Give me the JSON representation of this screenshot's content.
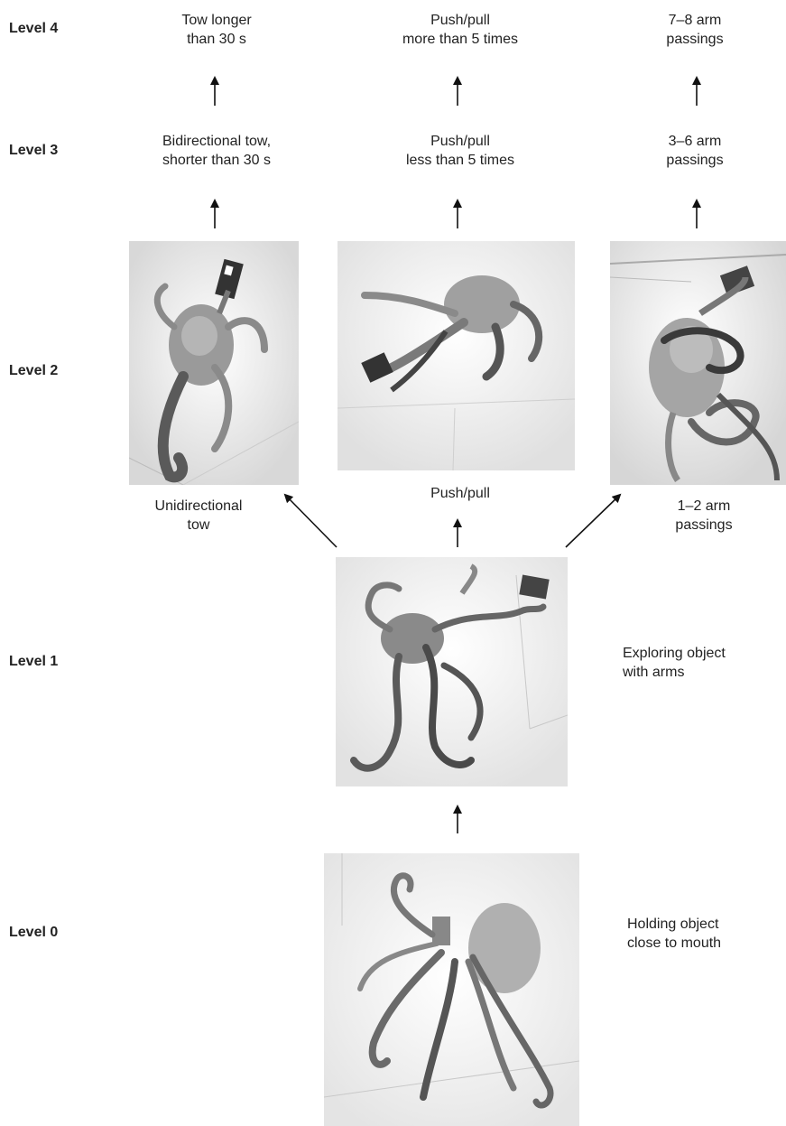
{
  "levels": {
    "l4": "Level 4",
    "l3": "Level 3",
    "l2": "Level 2",
    "l1": "Level 1",
    "l0": "Level 0"
  },
  "tow": {
    "level4": [
      "Tow longer",
      "than 30 s"
    ],
    "level3": [
      "Bidirectional tow,",
      "shorter than 30 s"
    ],
    "level2": [
      "Unidirectional",
      "tow"
    ]
  },
  "push": {
    "level4": [
      "Push/pull",
      "more than 5 times"
    ],
    "level3": [
      "Push/pull",
      "less than 5 times"
    ],
    "level2": [
      "Push/pull"
    ]
  },
  "arm": {
    "level4": [
      "7–8 arm",
      "passings"
    ],
    "level3": [
      "3–6 arm",
      "passings"
    ],
    "level2": [
      "1–2 arm",
      "passings"
    ]
  },
  "level1_label": [
    "Exploring object",
    "with arms"
  ],
  "level0_label": [
    "Holding object",
    "close to mouth"
  ]
}
